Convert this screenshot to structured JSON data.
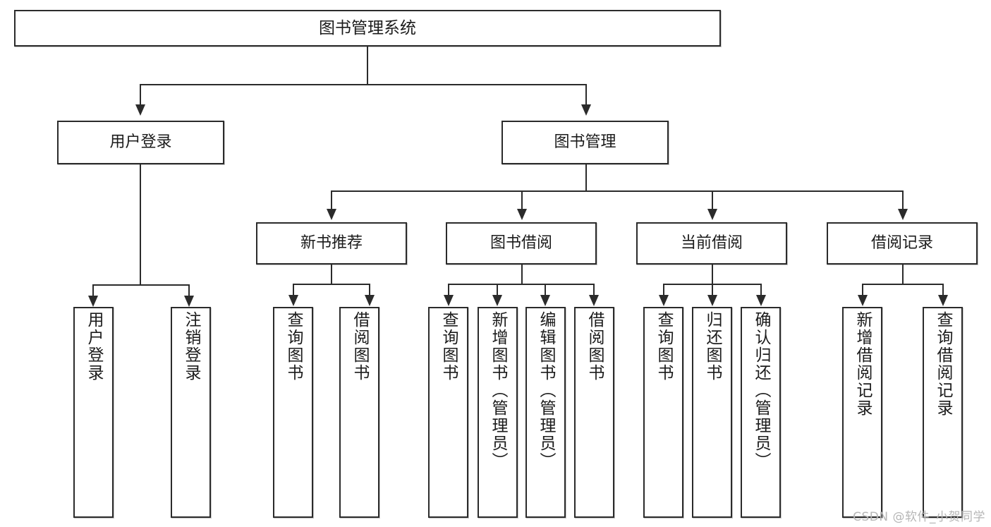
{
  "diagram": {
    "type": "tree",
    "title": "图书管理系统",
    "watermark": "CSDN @软件_小贺同学",
    "root": {
      "label": "图书管理系统"
    },
    "level2": [
      {
        "label": "用户登录"
      },
      {
        "label": "图书管理"
      }
    ],
    "level3": [
      {
        "label": "新书推荐"
      },
      {
        "label": "图书借阅"
      },
      {
        "label": "当前借阅"
      },
      {
        "label": "借阅记录"
      }
    ],
    "leaves": {
      "user_login": [
        {
          "label": "用户登录"
        },
        {
          "label": "注销登录"
        }
      ],
      "new_book_recommend": [
        {
          "label": "查询图书"
        },
        {
          "label": "借阅图书"
        }
      ],
      "book_borrow": [
        {
          "label": "查询图书"
        },
        {
          "label": "新增图书（管理员）"
        },
        {
          "label": "编辑图书（管理员）"
        },
        {
          "label": "借阅图书"
        }
      ],
      "current_borrow": [
        {
          "label": "查询图书"
        },
        {
          "label": "归还图书"
        },
        {
          "label": "确认归还（管理员）"
        }
      ],
      "borrow_record": [
        {
          "label": "新增借阅记录"
        },
        {
          "label": "查询借阅记录"
        }
      ]
    },
    "colors": {
      "stroke": "#2b2b2b",
      "fill": "#ffffff",
      "text": "#1b1b1b",
      "watermark": "#b6b6b6"
    }
  }
}
